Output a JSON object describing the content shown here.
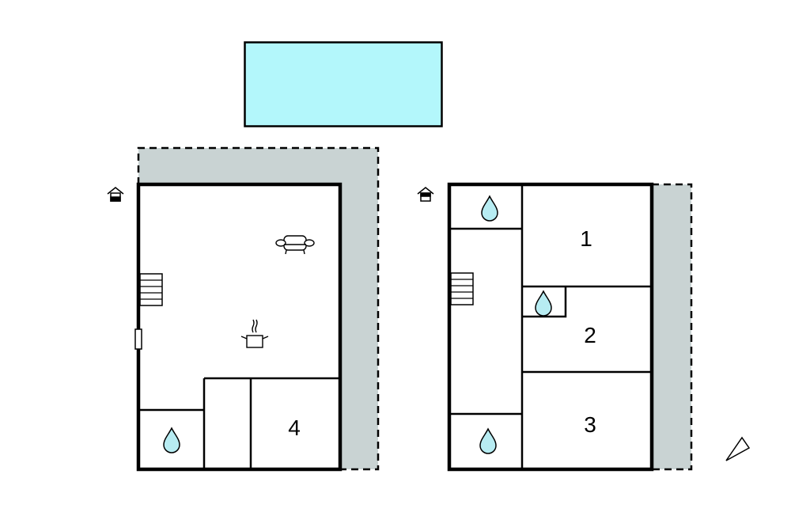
{
  "colors": {
    "pool": "#b3f7fb",
    "terrace": "#c9d3d3",
    "water": "#b7ecf2",
    "wall": "#000000"
  },
  "ground_floor": {
    "rooms": [
      {
        "label": "4",
        "type": "bedroom"
      }
    ],
    "icons": [
      "entrance-icon",
      "sofa-icon",
      "cooking-pot-icon",
      "stairs-icon",
      "water-drop-icon",
      "window-icon"
    ]
  },
  "upper_floor": {
    "rooms": [
      {
        "label": "1",
        "type": "bedroom"
      },
      {
        "label": "2",
        "type": "bedroom"
      },
      {
        "label": "3",
        "type": "bedroom"
      }
    ],
    "icons": [
      "entrance-icon",
      "stairs-icon",
      "water-drop-icon",
      "water-drop-icon",
      "water-drop-icon"
    ]
  },
  "compass": "north-arrow-icon"
}
